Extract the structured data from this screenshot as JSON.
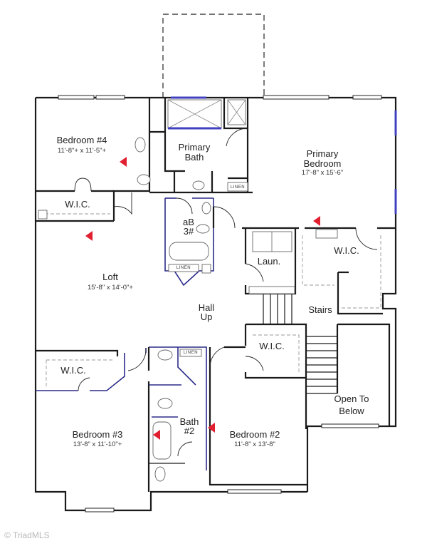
{
  "floor_plan": {
    "rooms": [
      {
        "id": "bedroom4",
        "name": "Bedroom #4",
        "dimensions": "11'-8\"+ x 11'-5\"+"
      },
      {
        "id": "primary_bath",
        "name": "Primary Bath",
        "dimensions": ""
      },
      {
        "id": "primary_bedroom",
        "name": "Primary Bedroom",
        "dimensions": "17'-8\" x 15'-6\""
      },
      {
        "id": "wic_bed4",
        "name": "W.I.C.",
        "dimensions": ""
      },
      {
        "id": "bath3",
        "name": "aB 3#",
        "dimensions": ""
      },
      {
        "id": "loft",
        "name": "Loft",
        "dimensions": "15'-8\" x 14'-0\"+"
      },
      {
        "id": "laundry",
        "name": "Laun.",
        "dimensions": ""
      },
      {
        "id": "wic_primary",
        "name": "W.I.C.",
        "dimensions": ""
      },
      {
        "id": "hall",
        "name": "Hall Up",
        "dimensions": ""
      },
      {
        "id": "stairs",
        "name": "Stairs",
        "dimensions": ""
      },
      {
        "id": "wic_bed3",
        "name": "W.I.C.",
        "dimensions": ""
      },
      {
        "id": "wic_bed2",
        "name": "W.I.C.",
        "dimensions": ""
      },
      {
        "id": "open_below",
        "name": "Open To Below",
        "dimensions": ""
      },
      {
        "id": "bath2",
        "name": "Bath #2",
        "dimensions": ""
      },
      {
        "id": "bedroom3",
        "name": "Bedroom #3",
        "dimensions": "13'-8\" x 11'-10\"+"
      },
      {
        "id": "bedroom2",
        "name": "Bedroom #2",
        "dimensions": "11'-8\" x 13'-8\""
      }
    ],
    "labels": {
      "bedroom4_l1": "Bedroom #4",
      "bedroom4_dim": "11'-8\"+ x 11'-5\"+",
      "pbath_l1": "Primary",
      "pbath_l2": "Bath",
      "pbed_l1": "Primary",
      "pbed_l2": "Bedroom",
      "pbed_dim": "17'-8\" x 15'-6\"",
      "wic4": "W.I.C.",
      "bath3_l1": "aB",
      "bath3_l2": "3#",
      "loft_l1": "Loft",
      "loft_dim": "15'-8\" x 14'-0\"+",
      "laun": "Laun.",
      "wicp": "W.I.C.",
      "hall_l1": "Hall",
      "hall_l2": "Up",
      "stairs": "Stairs",
      "wic3": "W.I.C.",
      "wic2": "W.I.C.",
      "otb_l1": "Open To",
      "otb_l2": "Below",
      "bath2_l1": "Bath",
      "bath2_l2": "#2",
      "bed3_l1": "Bedroom #3",
      "bed3_dim": "13'-8\" x 11'-10\"+",
      "bed2_l1": "Bedroom #2",
      "bed2_dim": "11'-8\" x 13'-8\"",
      "linen": "LINEN"
    },
    "colors": {
      "wall": "#1a1a1a",
      "plumbing_wall": "#2b2b8a",
      "window_accent": "#4040c0",
      "data_arrow": "#e02030"
    }
  },
  "watermark": "© TriadMLS"
}
